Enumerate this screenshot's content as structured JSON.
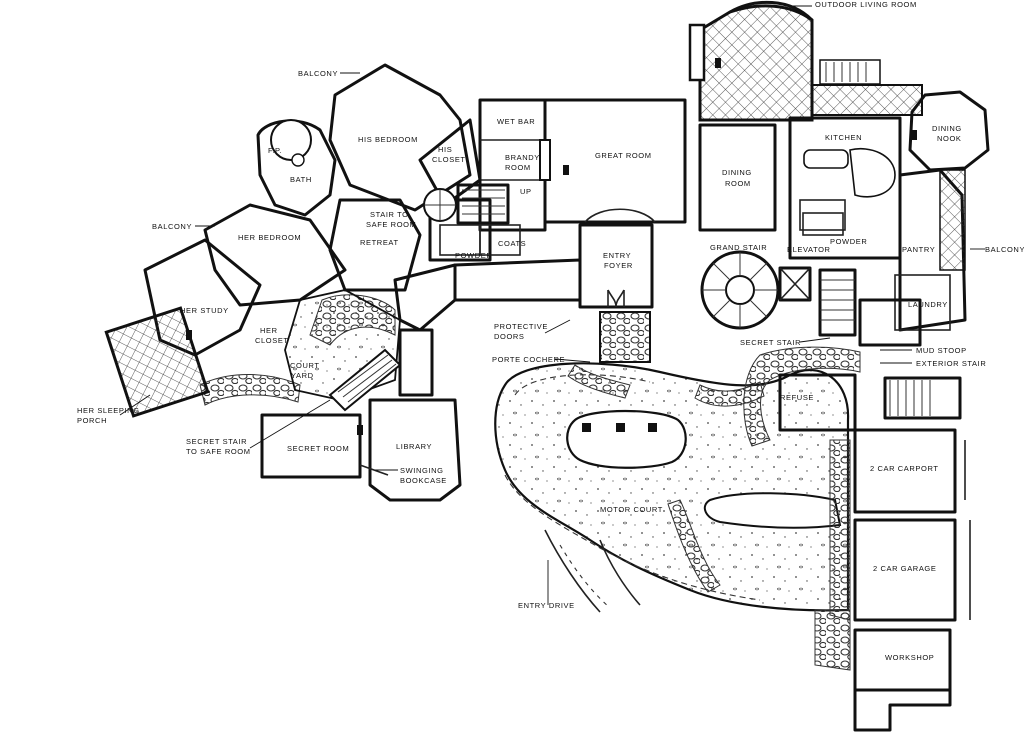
{
  "rooms": {
    "outdoor_living_room": "OUTDOOR LIVING ROOM",
    "balcony_top": "BALCONY",
    "his_bedroom": "HIS BEDROOM",
    "fp": "F.P.",
    "bath": "BATH",
    "his_closet_1": "HIS",
    "his_closet_2": "CLOSET",
    "wet_bar": "WET BAR",
    "brandy_room_1": "BRANDY",
    "brandy_room_2": "ROOM",
    "great_room": "GREAT ROOM",
    "dining_room_1": "DINING",
    "dining_room_2": "ROOM",
    "kitchen": "KITCHEN",
    "dining_nook_1": "DINING",
    "dining_nook_2": "NOOK",
    "up": "UP",
    "balcony_left": "BALCONY",
    "her_bedroom": "HER BEDROOM",
    "stair_safe_1": "STAIR TO",
    "stair_safe_2": "SAFE ROOM",
    "retreat": "RETREAT",
    "coats": "COATS",
    "powder_left": "POWDER",
    "entry_foyer_1": "ENTRY",
    "entry_foyer_2": "FOYER",
    "grand_stair": "GRAND STAIR",
    "elevator": "ELEVATOR",
    "powder_right": "POWDER",
    "pantry": "PANTRY",
    "balcony_right": "BALCONY",
    "laundry": "LAUNDRY",
    "her_study": "HER STUDY",
    "her_closet_1": "HER",
    "her_closet_2": "CLOSET",
    "protective_doors_1": "PROTECTIVE",
    "protective_doors_2": "DOORS",
    "secret_stair": "SECRET STAIR",
    "mud_stoop": "MUD STOOP",
    "exterior_stair": "EXTERIOR STAIR",
    "porte_cochere": "PORTE COCHERE",
    "court_yard_1": "COURT",
    "court_yard_2": "YARD",
    "refuse": "REFUSE",
    "her_sleeping_porch_1": "HER SLEEPING",
    "her_sleeping_porch_2": "PORCH",
    "secret_stair_safe_1": "SECRET STAIR",
    "secret_stair_safe_2": "TO SAFE ROOM",
    "secret_room": "SECRET ROOM",
    "library": "LIBRARY",
    "swinging_bookcase_1": "SWINGING",
    "swinging_bookcase_2": "BOOKCASE",
    "carport": "2 CAR CARPORT",
    "motor_court": "MOTOR COURT",
    "garage": "2 CAR GARAGE",
    "entry_drive": "ENTRY DRIVE",
    "workshop": "WORKSHOP"
  }
}
